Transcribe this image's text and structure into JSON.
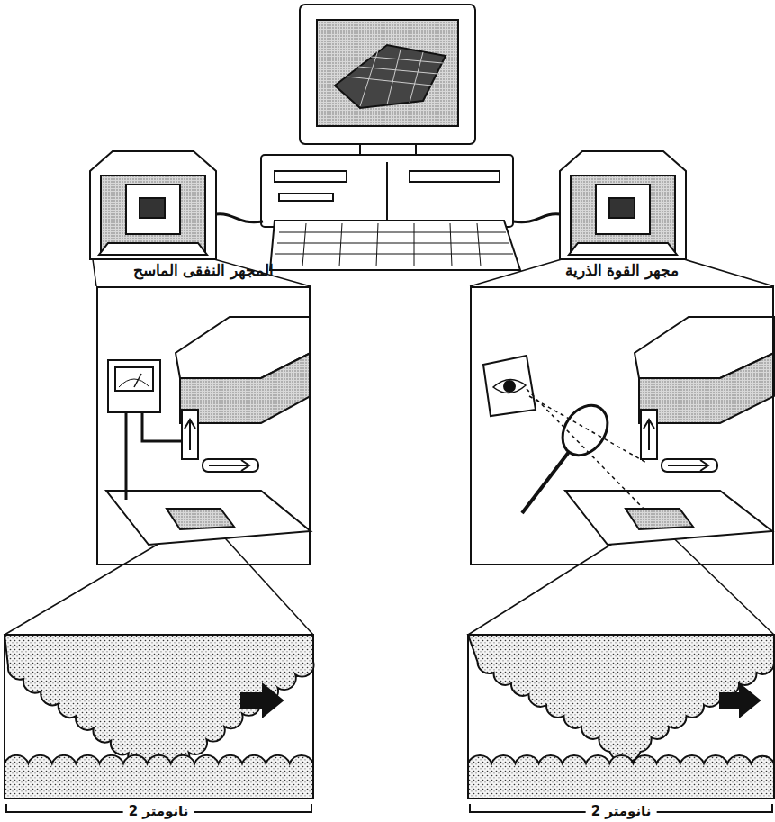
{
  "diagram": {
    "nodes": [
      {
        "text": [
          "المجهر النفقى الماسح"
        ]
      },
      {
        "text": [
          "مجهر القوة الذرية"
        ]
      }
    ],
    "labels": [
      "نانومتر 2",
      "نانومتر 2"
    ]
  }
}
